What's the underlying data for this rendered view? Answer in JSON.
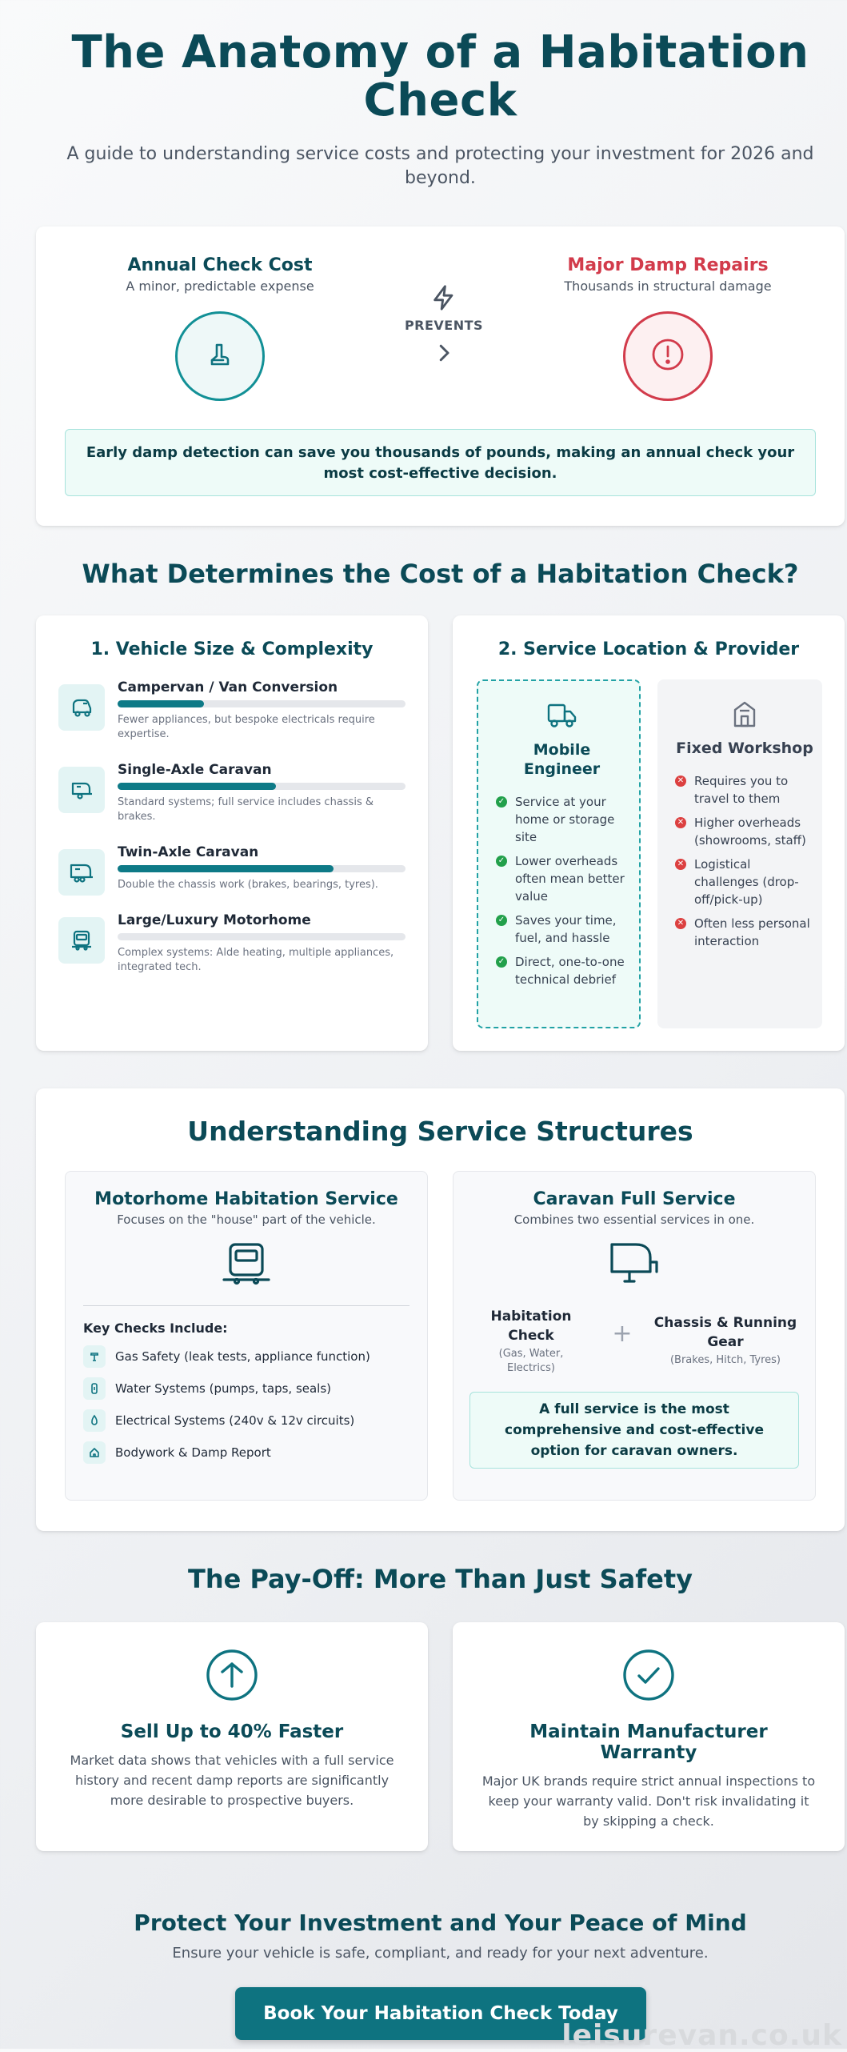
{
  "header": {
    "title": "The Anatomy of a Habitation Check",
    "subtitle": "A guide to understanding service costs and protecting your investment for 2026 and beyond."
  },
  "comparison": {
    "left_title": "Annual Check Cost",
    "left_sub": "A minor, predictable expense",
    "middle_label": "PREVENTS",
    "right_title": "Major Damp Repairs",
    "right_sub": "Thousands in structural damage",
    "callout": "Early damp detection can save you thousands of pounds, making an annual check your most cost-effective decision."
  },
  "cost_section": {
    "heading": "What Determines the Cost of a Habitation Check?",
    "vehicle_card": {
      "title": "1. Vehicle Size & Complexity",
      "items": [
        {
          "name": "Campervan / Van Conversion",
          "desc": "Fewer appliances, but bespoke electricals require expertise.",
          "level": 0.3,
          "icon": "campervan-icon"
        },
        {
          "name": "Single-Axle Caravan",
          "desc": "Standard systems; full service includes chassis & brakes.",
          "level": 0.55,
          "icon": "caravan-icon"
        },
        {
          "name": "Twin-Axle Caravan",
          "desc": "Double the chassis work (brakes, bearings, tyres).",
          "level": 0.75,
          "icon": "twin-axle-caravan-icon"
        },
        {
          "name": "Large/Luxury Motorhome",
          "desc": "Complex systems: Alde heating, multiple appliances, integrated tech.",
          "level": 0.0,
          "icon": "motorhome-icon"
        }
      ]
    },
    "location_card": {
      "title": "2. Service Location & Provider",
      "mobile": {
        "title": "Mobile Engineer",
        "points": [
          "Service at your home or storage site",
          "Lower overheads often mean better value",
          "Saves your time, fuel, and hassle",
          "Direct, one-to-one technical debrief"
        ]
      },
      "workshop": {
        "title": "Fixed Workshop",
        "points": [
          "Requires you to travel to them",
          "Higher overheads (showrooms, staff)",
          "Logistical challenges (drop-off/pick-up)",
          "Often less personal interaction"
        ]
      }
    }
  },
  "structures": {
    "heading": "Understanding Service Structures",
    "motorhome": {
      "title": "Motorhome Habitation Service",
      "sub": "Focuses on the \"house\" part of the vehicle.",
      "checks_label": "Key Checks Include:",
      "checks": [
        {
          "label": "Gas Safety (leak tests, appliance function)",
          "icon": "gas-icon"
        },
        {
          "label": "Water Systems (pumps, taps, seals)",
          "icon": "water-icon"
        },
        {
          "label": "Electrical Systems (240v & 12v circuits)",
          "icon": "electrical-icon"
        },
        {
          "label": "Bodywork & Damp Report",
          "icon": "house-icon"
        }
      ]
    },
    "caravan": {
      "title": "Caravan Full Service",
      "sub": "Combines two essential services in one.",
      "left_title": "Habitation Check",
      "left_sub": "(Gas, Water, Electrics)",
      "plus": "+",
      "right_title": "Chassis & Running Gear",
      "right_sub": "(Brakes, Hitch, Tyres)",
      "callout": "A full service is the most comprehensive and cost-effective option for caravan owners."
    }
  },
  "payoff": {
    "heading": "The Pay-Off: More Than Just Safety",
    "cards": [
      {
        "title": "Sell Up to 40% Faster",
        "text": "Market data shows that vehicles with a full service history and recent damp reports are significantly more desirable to prospective buyers.",
        "icon": "arrow-up-circle-icon"
      },
      {
        "title": "Maintain Manufacturer Warranty",
        "text": "Major UK brands require strict annual inspections to keep your warranty valid. Don't risk invalidating it by skipping a check.",
        "icon": "check-circle-icon"
      }
    ]
  },
  "footer": {
    "heading": "Protect Your Investment and Your Peace of Mind",
    "sub": "Ensure your vehicle is safe, compliant, and ready for your next adventure.",
    "cta": "Book Your Habitation Check Today",
    "watermark": "leisurevan.co.uk"
  },
  "colors": {
    "accent": "#0e7380",
    "heading": "#0b4a57",
    "danger": "#d23b4b",
    "success": "#22a04b"
  }
}
